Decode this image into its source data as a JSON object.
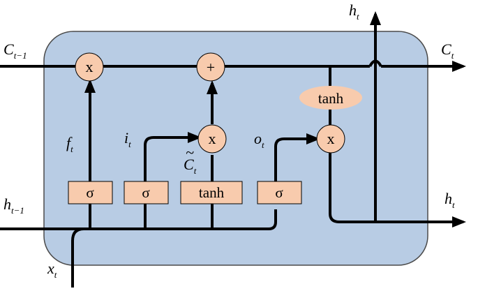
{
  "colors": {
    "cell_fill": "#b8cce4",
    "cell_stroke": "#4a4a4a",
    "node_fill": "#f8cbad",
    "line": "#000000"
  },
  "labels": {
    "c_prev": {
      "base": "C",
      "sub": "t−1"
    },
    "c_next": {
      "base": "C",
      "sub": "t"
    },
    "h_top": {
      "base": "h",
      "sub": "t"
    },
    "h_right": {
      "base": "h",
      "sub": "t"
    },
    "h_prev": {
      "base": "h",
      "sub": "t−1"
    },
    "x_in": {
      "base": "x",
      "sub": "t"
    },
    "f_gate": {
      "base": "f",
      "sub": "t"
    },
    "i_gate": {
      "base": "i",
      "sub": "t"
    },
    "o_gate": {
      "base": "o",
      "sub": "t"
    },
    "c_tilde": {
      "base": "C",
      "sub": "t",
      "accent": "~"
    }
  },
  "operators": {
    "multiply_forget": "x",
    "add_cell": "+",
    "multiply_input": "x",
    "multiply_output": "x"
  },
  "gates": {
    "sigma_forget": "σ",
    "sigma_input": "σ",
    "tanh_candidate": "tanh",
    "sigma_output": "σ",
    "tanh_cell": "tanh"
  }
}
